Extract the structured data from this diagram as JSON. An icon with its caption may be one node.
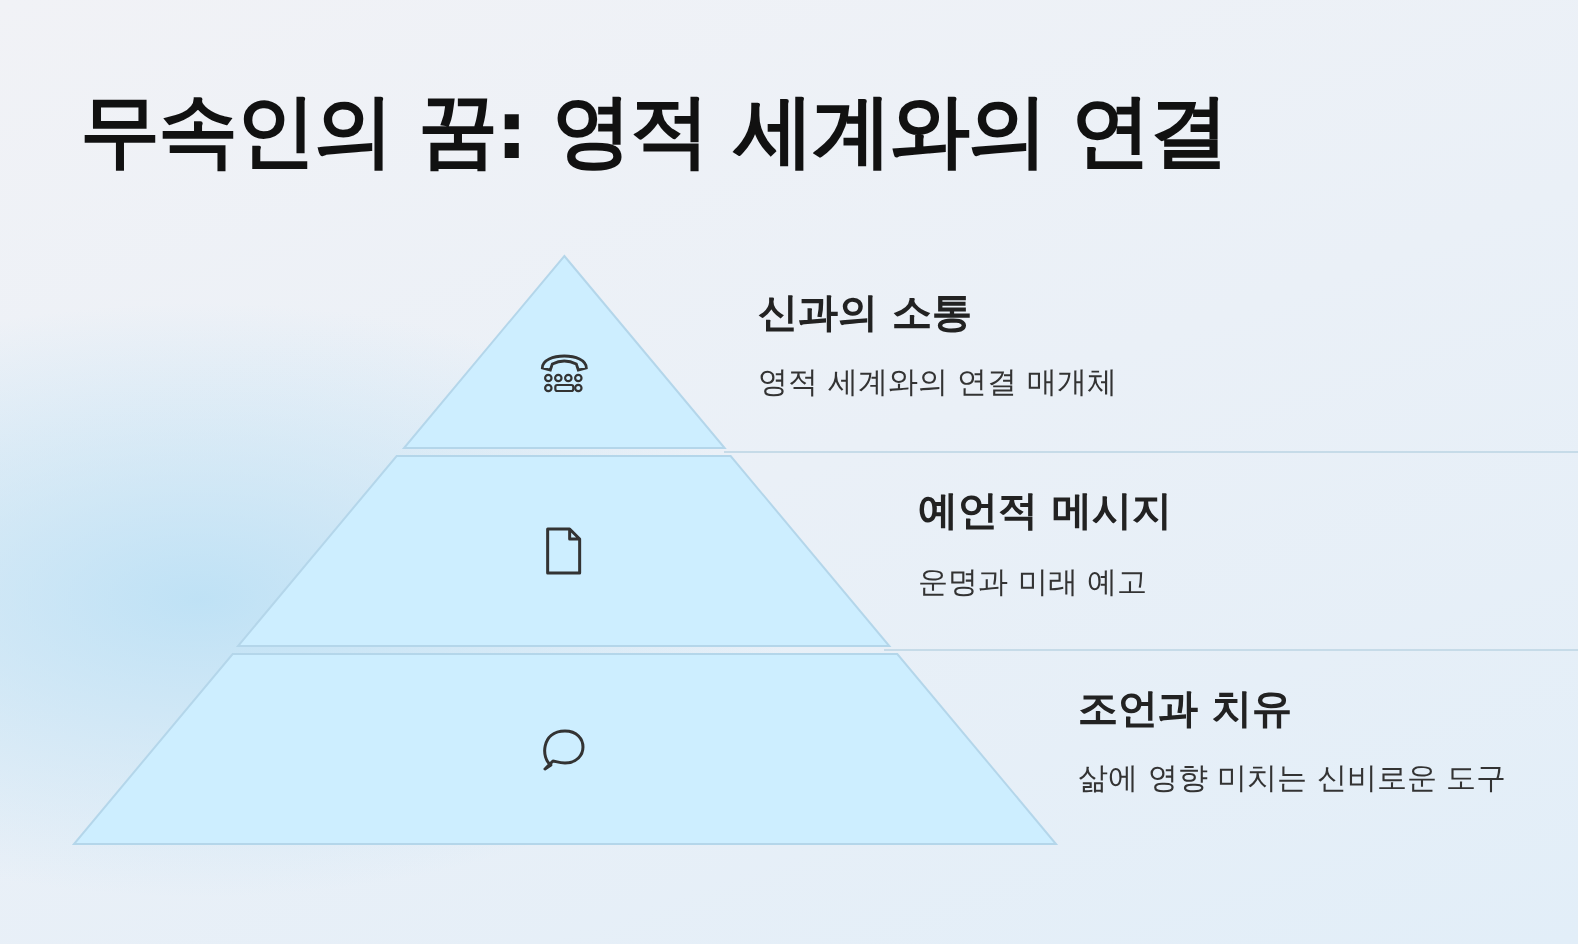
{
  "diagram": {
    "title": "무속인의 꿈: 영적 세계와의 연결",
    "nodes": [
      {
        "text": [
          "신과의 소통",
          "영적 세계와의 연결 매개체"
        ]
      },
      {
        "text": [
          "예언적 메시지",
          "운명과 미래 예고"
        ]
      },
      {
        "text": [
          "조언과 치유",
          "삶에 영향 미치는 신비로운 도구"
        ]
      }
    ]
  }
}
